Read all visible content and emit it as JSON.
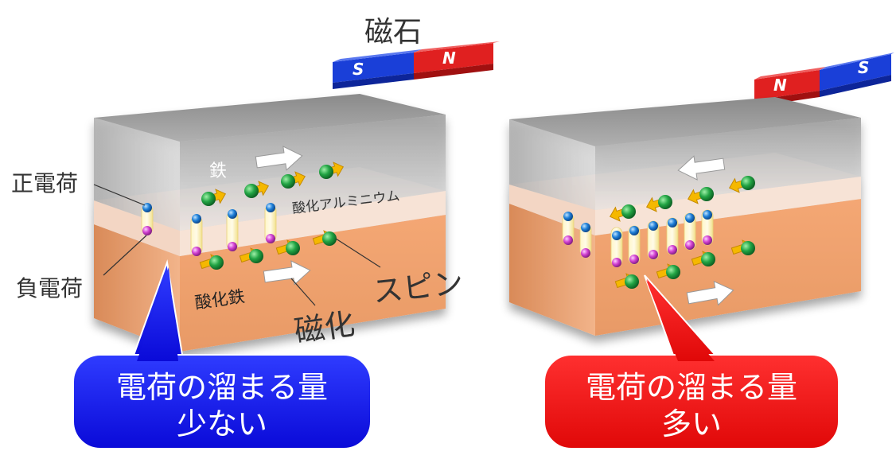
{
  "magnet_title": "磁石",
  "left_panel": {
    "magnet": {
      "left_pole": "S",
      "right_pole": "N"
    },
    "labels": {
      "iron": "鉄",
      "aluminium_oxide": "酸化アルミニウム",
      "iron_oxide": "酸化鉄",
      "positive_charge": "正電荷",
      "negative_charge": "負電荷",
      "spin": "スピン",
      "magnetization": "磁化"
    },
    "callout": {
      "line1": "電荷の溜まる量",
      "line2": "少ない"
    }
  },
  "right_panel": {
    "magnet": {
      "left_pole": "N",
      "right_pole": "S"
    },
    "callout": {
      "line1": "電荷の溜まる量",
      "line2": "多い"
    }
  },
  "colors": {
    "magnet_n": "#e02020",
    "magnet_s": "#1a3fd8",
    "callout_left": "#1010e0",
    "callout_right": "#e81010",
    "iron_layer": "#b8b8b8",
    "oxide_layer": "#f0a070",
    "spin_ball": "#1e9a3a",
    "positive_charge_ball": "#1e7fd8",
    "negative_charge_ball": "#d040d0"
  }
}
